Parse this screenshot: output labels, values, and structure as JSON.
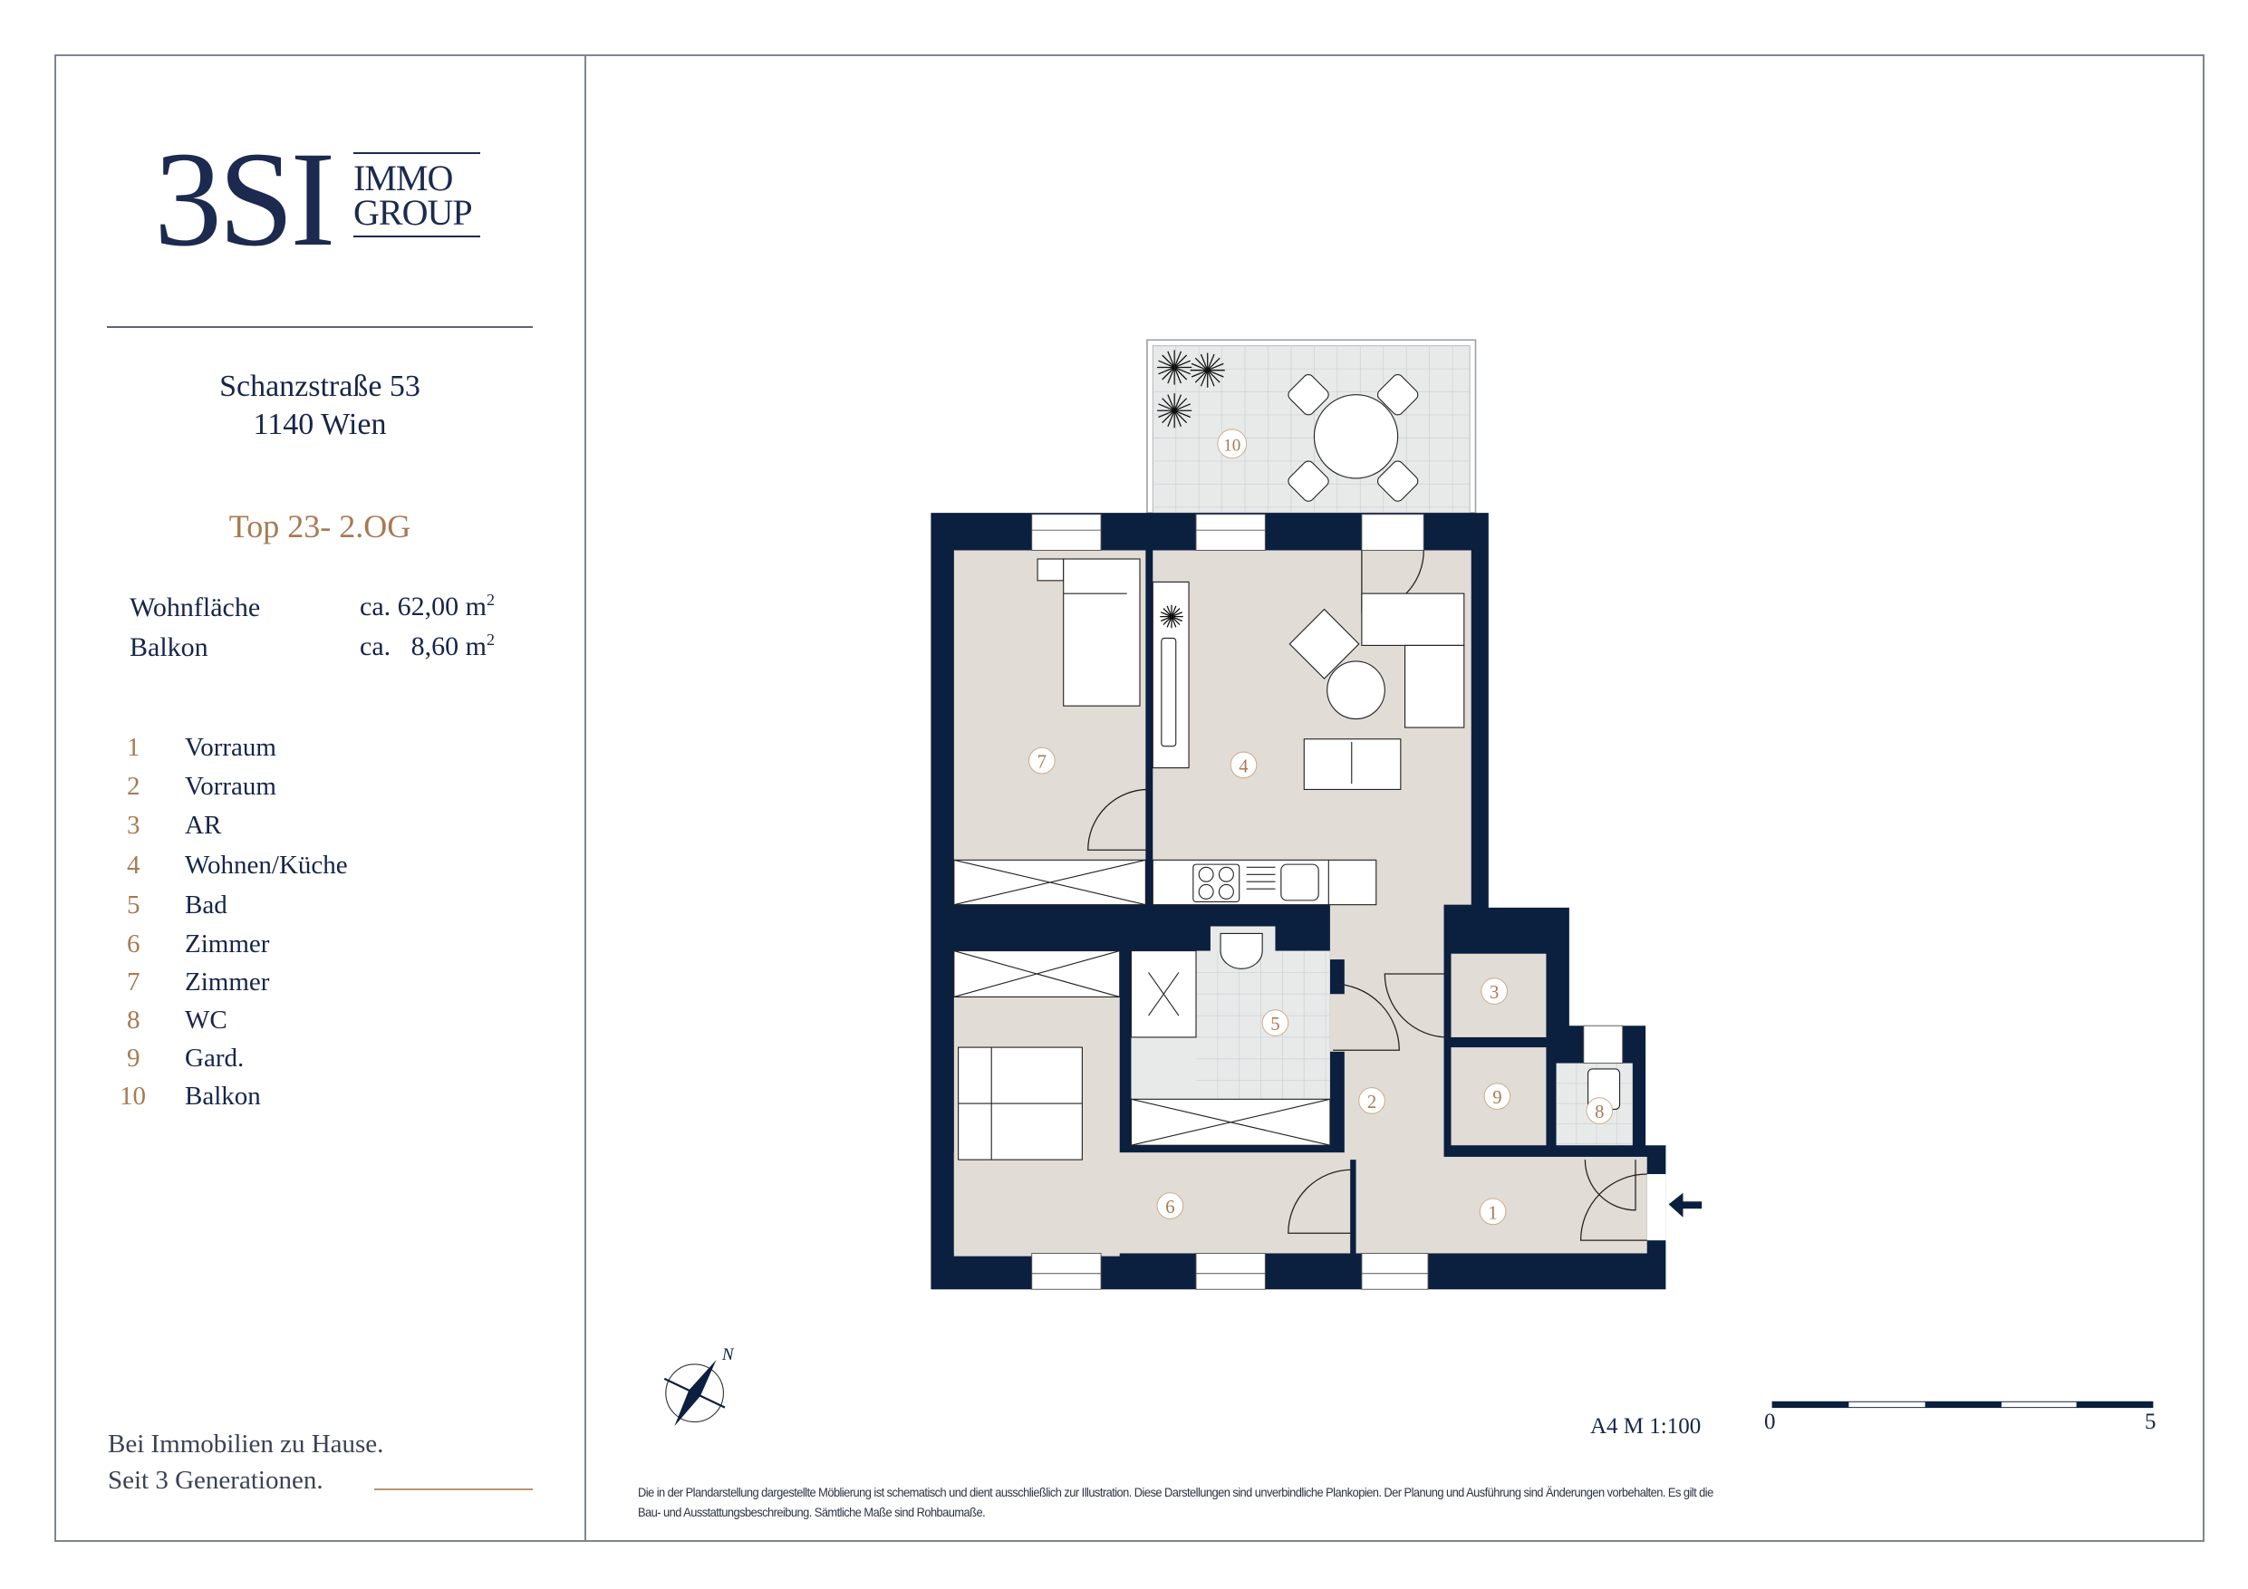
{
  "logo": {
    "main": "3SI",
    "line1": "IMMO",
    "line2": "GROUP"
  },
  "address": {
    "street": "Schanzstraße 53",
    "city": "1140 Wien"
  },
  "unit": "Top 23- 2.OG",
  "areas": [
    {
      "label": "Wohnfläche",
      "prefix": "ca.",
      "value": "62,00",
      "unit": "m",
      "exp": "2"
    },
    {
      "label": "Balkon",
      "prefix": "ca.",
      "value": "8,60",
      "unit": "m",
      "exp": "2"
    }
  ],
  "rooms": [
    {
      "number": "1",
      "name": "Vorraum"
    },
    {
      "number": "2",
      "name": "Vorraum"
    },
    {
      "number": "3",
      "name": "AR"
    },
    {
      "number": "4",
      "name": "Wohnen/Küche"
    },
    {
      "number": "5",
      "name": "Bad"
    },
    {
      "number": "6",
      "name": "Zimmer"
    },
    {
      "number": "7",
      "name": "Zimmer"
    },
    {
      "number": "8",
      "name": "WC"
    },
    {
      "number": "9",
      "name": "Gard."
    },
    {
      "number": "10",
      "name": "Balkon"
    }
  ],
  "slogan": {
    "line1": "Bei Immobilien zu Hause.",
    "line2": "Seit 3 Generationen."
  },
  "compass": {
    "label": "N"
  },
  "scale": {
    "paper": "A4  M 1:100",
    "start": "0",
    "end": "5"
  },
  "disclaimer": "Die in der Plandarstellung dargestellte Möblierung ist schematisch und dient ausschließlich zur Illustration. Diese Darstellungen sind unverbindliche Plankopien. Der Planung und Ausführung sind Änderungen vorbehalten. Es gilt die Bau- und Ausstattungsbeschreibung. Sämtliche Maße sind Rohbaumaße.",
  "colors": {
    "navy": "#0b1f3f",
    "accent": "#a87a52",
    "floor": "#e1dcd5",
    "tile": "#e8eaea"
  }
}
